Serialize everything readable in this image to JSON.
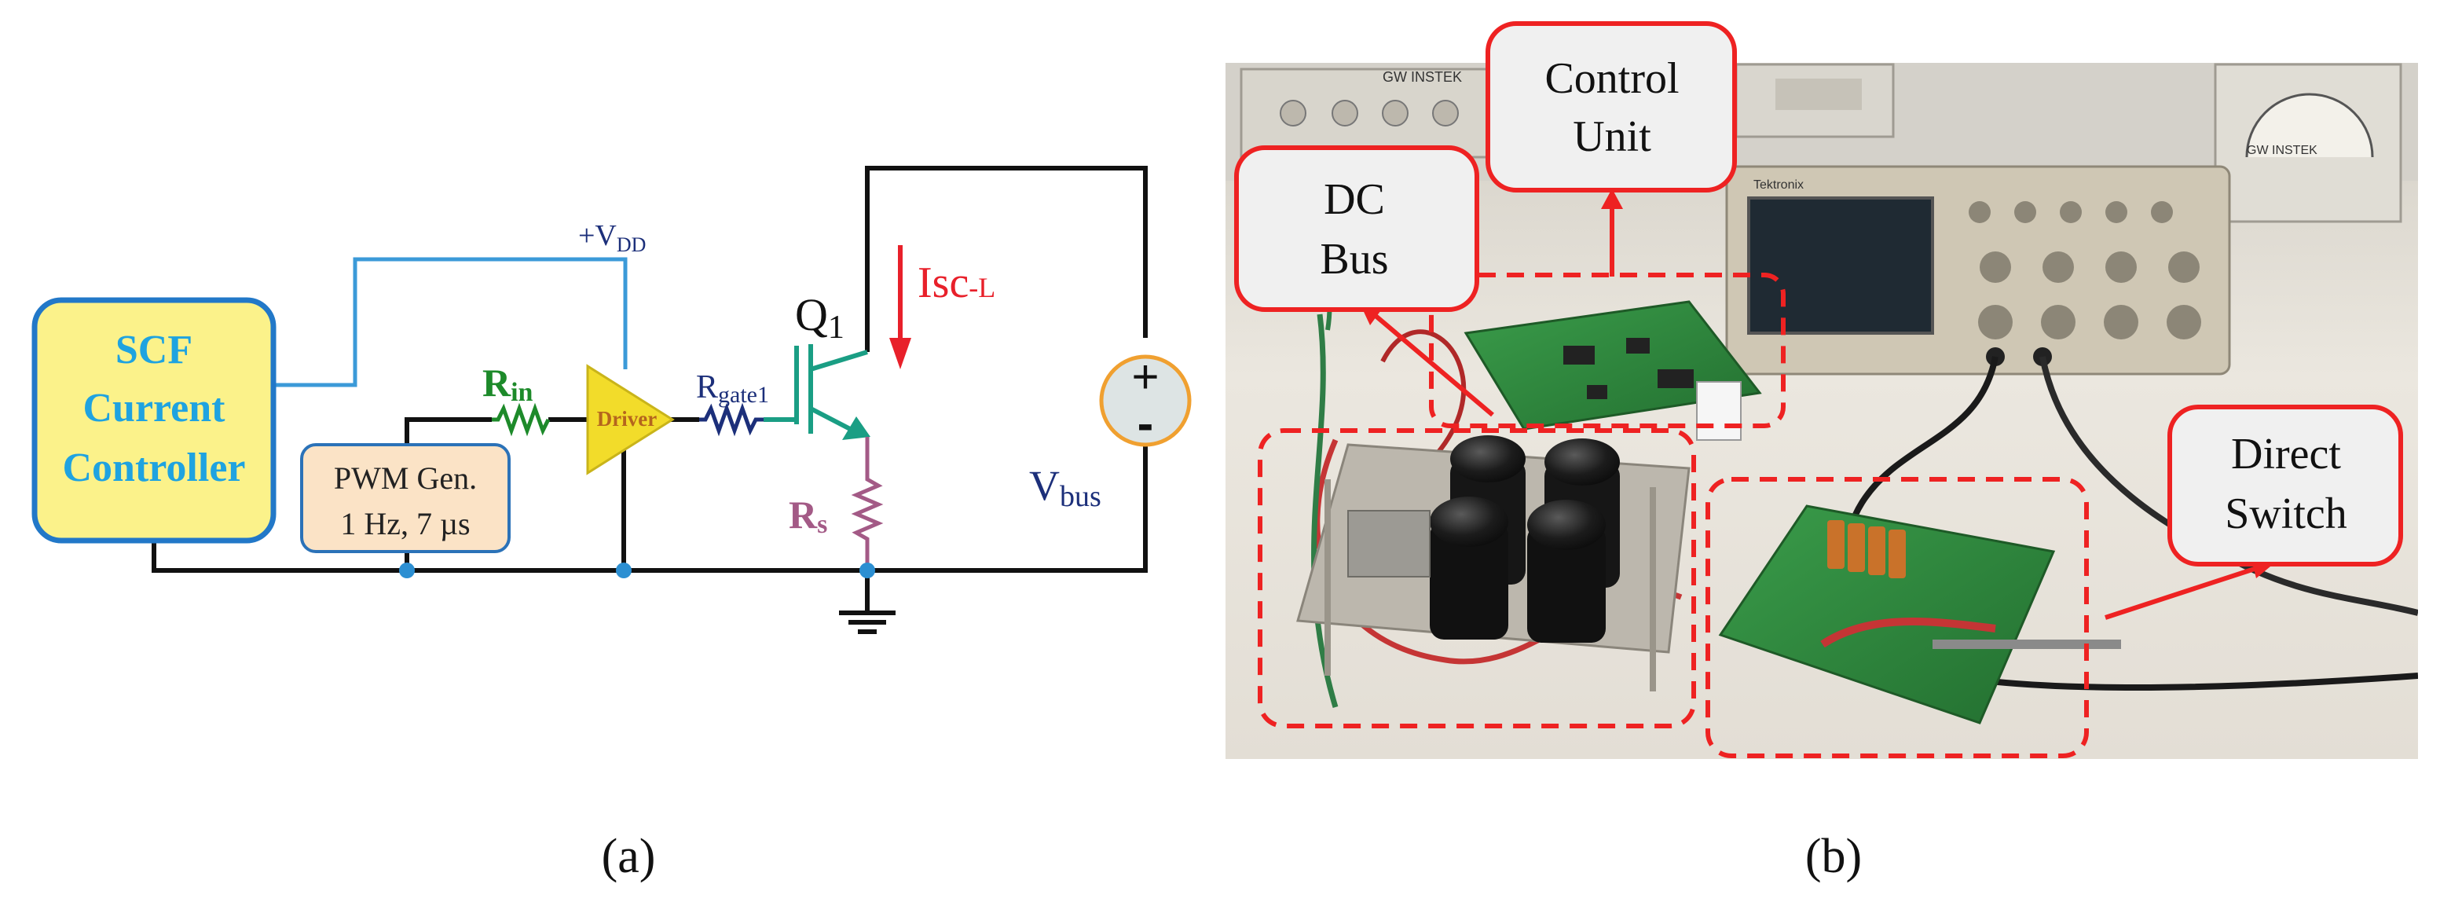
{
  "panel_a": {
    "caption": "(a)",
    "controller_label": [
      "SCF",
      "Current",
      "Controller"
    ],
    "pwm_label": [
      "PWM Gen.",
      "1 Hz, 7 µs"
    ],
    "rin_main": "R",
    "rin_sub": "in",
    "driver_label": "Driver",
    "rgate_main": "R",
    "rgate_sub": "gate1",
    "q1_main": "Q",
    "q1_sub": "1",
    "isc_main": "Isc",
    "isc_sub": "-L",
    "rs_main": "R",
    "rs_sub": "s",
    "vdd_prefix": "+V",
    "vdd_sub": "DD",
    "vbus_main": "V",
    "vbus_sub": "bus",
    "plus_sign": "+",
    "minus_sign": "-",
    "colors": {
      "wire": "#111111",
      "vdd_wire": "#3b9ad8",
      "controller_fill": "#fbf28a",
      "controller_border": "#2278c8",
      "controller_text": "#1fa3e0",
      "pwm_fill": "#fbe3c6",
      "pwm_border": "#2b72b8",
      "rin": "#1d8a2a",
      "rgate": "#1c2f7a",
      "driver_fill": "#f2dc2a",
      "driver_text": "#b5651d",
      "igbt": "#1a9e84",
      "rs": "#a35a86",
      "isc": "#e8202a",
      "node": "#2c8fd2",
      "source_fill": "#dde4e4",
      "source_border": "#f0a030"
    }
  },
  "panel_b": {
    "caption": "(b)",
    "callouts": {
      "control_unit": [
        "Control",
        "Unit"
      ],
      "dc_bus": [
        "DC",
        "Bus"
      ],
      "direct_switch": [
        "Direct",
        "Switch"
      ]
    },
    "instrument_brand_1": "GW INSTEK",
    "instrument_brand_2": "GW INSTEK",
    "scope_brand": "Tektronix",
    "colors": {
      "callout_border": "#ee2222",
      "callout_fill": "#f0f0f0",
      "dashed": "#ee2222",
      "pcb": "#2f8a3e",
      "capacitor": "#161616",
      "scope_body": "#cfc7b4",
      "scope_screen": "#1f2a33",
      "bench": "#e9e4dc"
    }
  }
}
